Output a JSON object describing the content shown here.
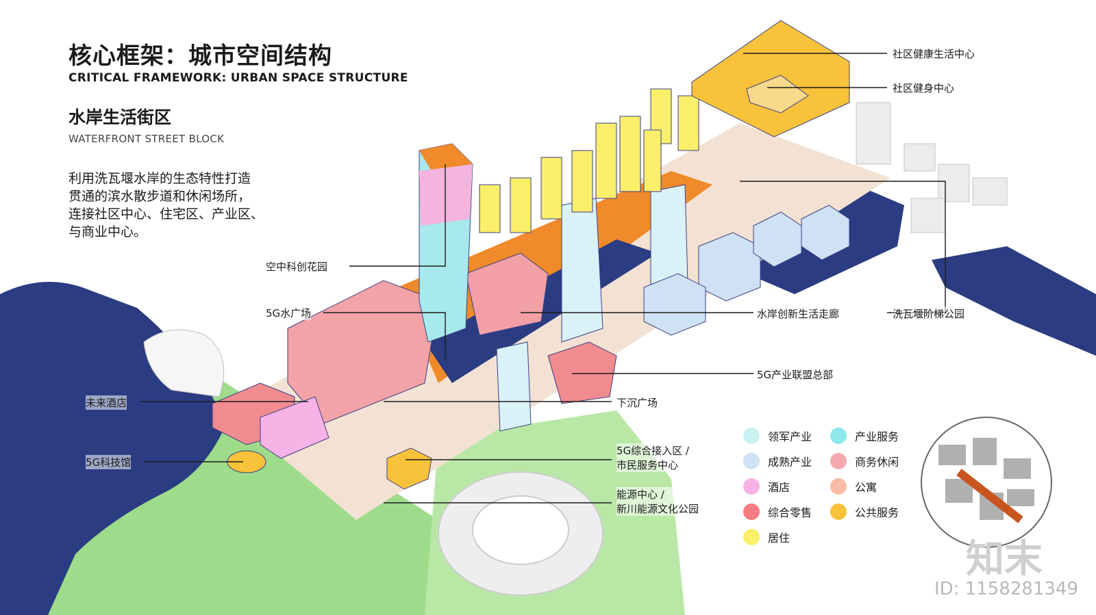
{
  "header": {
    "title_zh": "核心框架：城市空间结构",
    "title_en": "CRITICAL FRAMEWORK: URBAN SPACE STRUCTURE",
    "section_zh": "水岸生活街区",
    "section_en": "WATERFRONT STREET BLOCK"
  },
  "description": {
    "lines": [
      "利用洗瓦堰水岸的生态特性打造",
      "贯通的滨水散步道和休闲场所，",
      "连接社区中心、住宅区、产业区、",
      "与商业中心。"
    ]
  },
  "labels": {
    "community_health": "社区健康生活中心",
    "community_fitness": "社区健身中心",
    "sky_garden": "空中科创花园",
    "water_plaza_5g": "5G水广场",
    "waterfront_corridor": "水岸创新生活走廊",
    "terrace_park": "洗瓦堰阶梯公园",
    "alliance_hq": "5G产业联盟总部",
    "future_hotel": "未来酒店",
    "sunken_plaza": "下沉广场",
    "tech_museum": "5G科技馆",
    "access_zone_line1": "5G综合接入区 /",
    "access_zone_line2": "市民服务中心",
    "energy_line1": "能源中心 /",
    "energy_line2": "新川能源文化公园"
  },
  "legend": [
    {
      "label": "领军产业",
      "color": "#c9f3f2"
    },
    {
      "label": "产业服务",
      "color": "#8ee8ec"
    },
    {
      "label": "成熟产业",
      "color": "#cfe1f4"
    },
    {
      "label": "商务休闲",
      "color": "#f6a9ae"
    },
    {
      "label": "酒店",
      "color": "#f7b3e6"
    },
    {
      "label": "公寓",
      "color": "#f9bca6"
    },
    {
      "label": "综合零售",
      "color": "#f57c80"
    },
    {
      "label": "公共服务",
      "color": "#f8c23a"
    },
    {
      "label": "居住",
      "color": "#fbee6a"
    }
  ],
  "watermark": {
    "id_text": "ID: 1158281349",
    "brand": "知末"
  }
}
